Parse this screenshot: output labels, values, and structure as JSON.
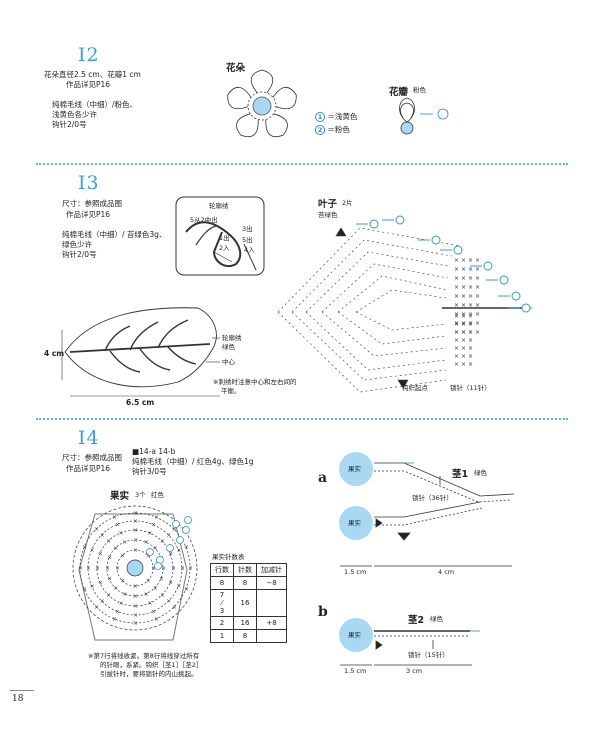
{
  "i2": {
    "num": "I2",
    "spec": "花朵直径2.5 cm、花瓣1 cm",
    "ref": "作品详见P16",
    "yarn1": "纯棉毛线（中细）/粉色、",
    "yarn2": "浅黄色各少许",
    "hook": "钩针2/0号",
    "flower_label": "花朵",
    "legend1": "＝浅黄色",
    "legend2": "＝粉色",
    "petal_label": "花瓣",
    "petal_color": "粉色"
  },
  "i3": {
    "num": "I3",
    "size": "尺寸：参照成品图",
    "ref": "作品详见P16",
    "yarn1": "纯棉毛线（中细）/ 苔绿色3g、",
    "yarn2": "绿色少许",
    "hook": "钩针2/0号",
    "stitch_title": "轮廓绣",
    "s1": "5从2中出",
    "s2": "3出",
    "s3": "1出",
    "s4": "2入",
    "s5": "5出",
    "s6": "4入",
    "outline_label": "轮廓绣",
    "outline_color": "绿色",
    "center": "中心",
    "dim_h": "4 cm",
    "dim_w": "6.5 cm",
    "note1": "※刺绣时注意中心和左右间的",
    "note2": "平衡。",
    "leaf_label": "叶子",
    "leaf_count": "2片",
    "leaf_color": "苔绿色",
    "start": "钩织起点",
    "chain": "锁针（11针）"
  },
  "i4": {
    "num": "I4",
    "size": "尺寸：参照成品图",
    "ref": "作品详见P16",
    "variant": "■14-a 14-b",
    "yarn1": "纯棉毛线（中细）/ 红色4g、绿色1g",
    "hook": "钩针3/0号",
    "fruit_label": "果实",
    "fruit_count": "3个",
    "fruit_color": "红色",
    "table_title": "果实针数表",
    "table_headers": [
      "行数",
      "针数",
      "加减针"
    ],
    "table_rows": [
      [
        "8",
        "8",
        "−8"
      ],
      [
        "7\n⁄\n3",
        "16",
        ""
      ],
      [
        "2",
        "16",
        "+8"
      ],
      [
        "1",
        "8",
        ""
      ]
    ],
    "note1": "※第7行将线收紧。第8行将线穿过所有",
    "note2": "的针眼，系紧。钩织［茎1］［茎2］",
    "note3": "引拔针时，要将锁针的内山挑起。",
    "a_label": "a",
    "a_fruit1": "果实",
    "a_fruit2": "果实",
    "a_stem": "茎1",
    "a_stem_color": "绿色",
    "a_chain": "锁针（36针）",
    "a_dim1": "1.5 cm",
    "a_dim2": "4 cm",
    "b_label": "b",
    "b_fruit": "果实",
    "b_stem": "茎2",
    "b_stem_color": "绿色",
    "b_chain": "锁针（15针）",
    "b_dim1": "1.5 cm",
    "b_dim2": "3 cm"
  },
  "page_number": "18",
  "colors": {
    "accent": "#3aa0d6",
    "fruit": "#a9d8f2",
    "marker": "#2b8fd0"
  }
}
